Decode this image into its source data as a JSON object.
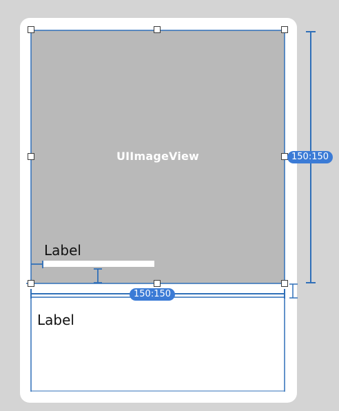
{
  "canvas": {
    "image_view_title": "UIImageView",
    "image_label": "Label",
    "cell_label": "Label",
    "aspect_badge_right": "150:150",
    "aspect_badge_bottom": "150:150"
  },
  "colors": {
    "canvas_background": "#d4d4d4",
    "cell_background": "#ffffff",
    "image_view_fill": "#b9b9b9",
    "constraint_blue": "#2f6fb8",
    "badge_blue": "#3b7bd6",
    "handle_stroke": "#3a3a3a"
  },
  "icons": {
    "resize_handle": "resize-handle-icon",
    "constraint_i_beam": "constraint-ibeam-icon"
  }
}
